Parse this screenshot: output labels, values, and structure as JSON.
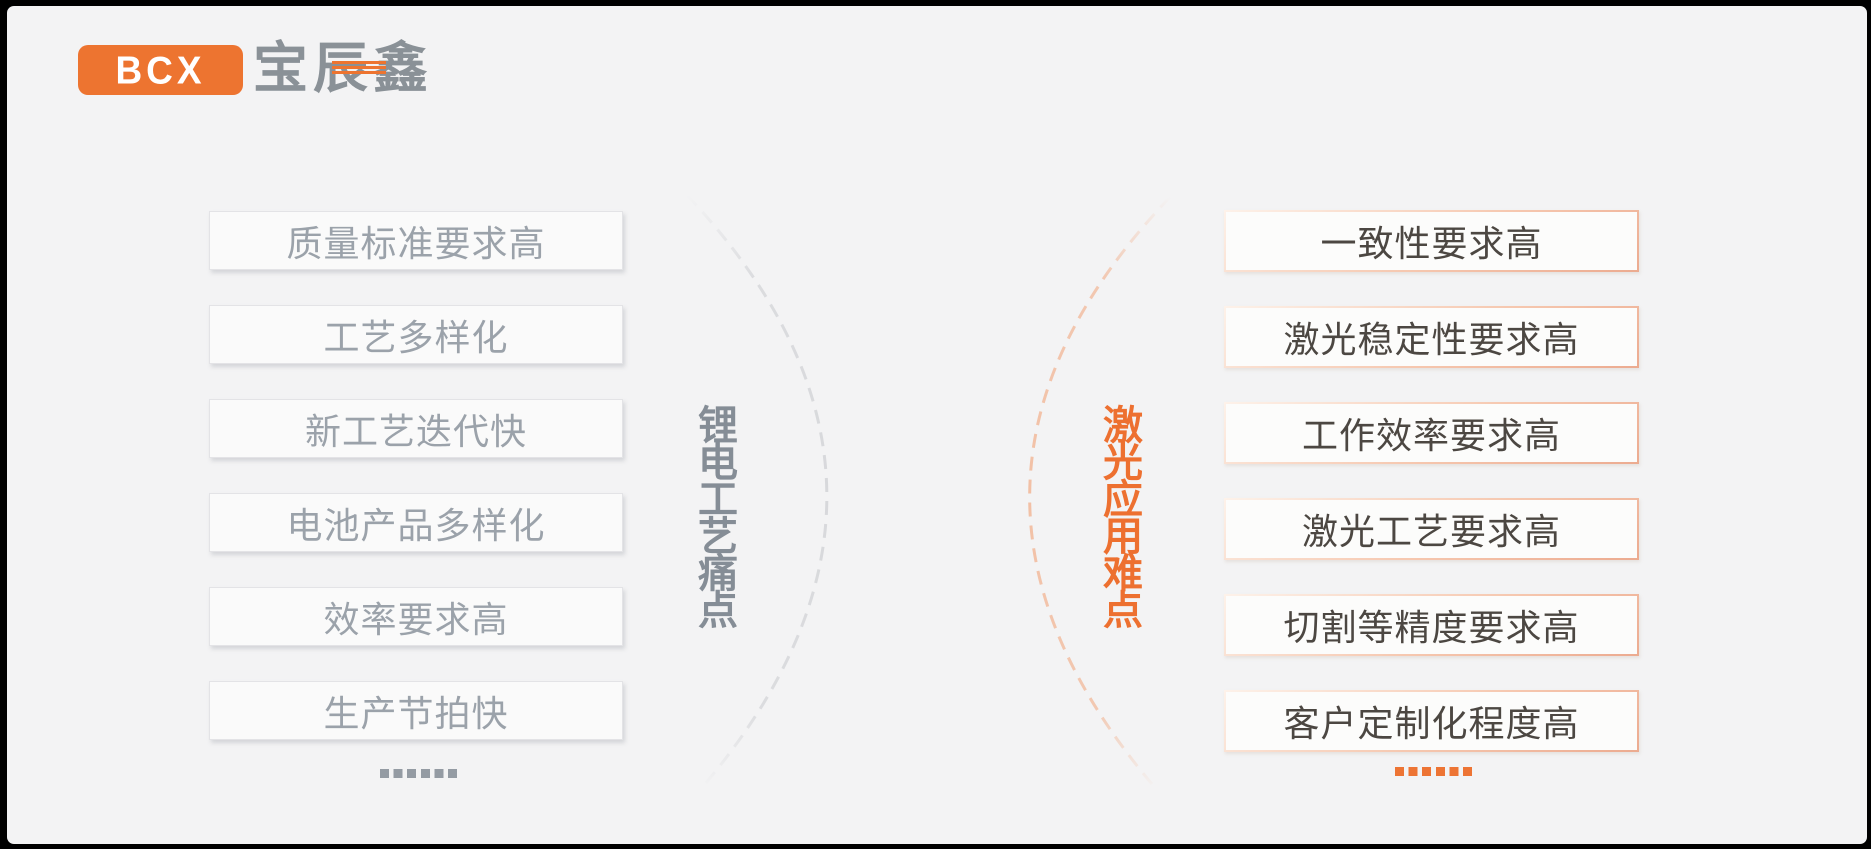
{
  "logo": {
    "badge_text": "BCX",
    "company_name": "宝辰鑫"
  },
  "left_panel": {
    "title": "锂电工艺痛点",
    "items": [
      "质量标准要求高",
      "工艺多样化",
      "新工艺迭代快",
      "电池产品多样化",
      "效率要求高",
      "生产节拍快"
    ],
    "more": "......"
  },
  "right_panel": {
    "title": "激光应用难点",
    "items": [
      "一致性要求高",
      "激光稳定性要求高",
      "工作效率要求高",
      "激光工艺要求高",
      "切割等精度要求高",
      "客户定制化程度高"
    ],
    "more": "......"
  },
  "colors": {
    "accent_orange": "#ED7430",
    "title_gray": "#858D96",
    "box_text_gray": "#9BA2AA",
    "box_text_dark": "#4C4742",
    "arc_gray": "#D7D8DB",
    "arc_orange": "#F2C0A5",
    "slide_background": "#F3F3F4"
  }
}
